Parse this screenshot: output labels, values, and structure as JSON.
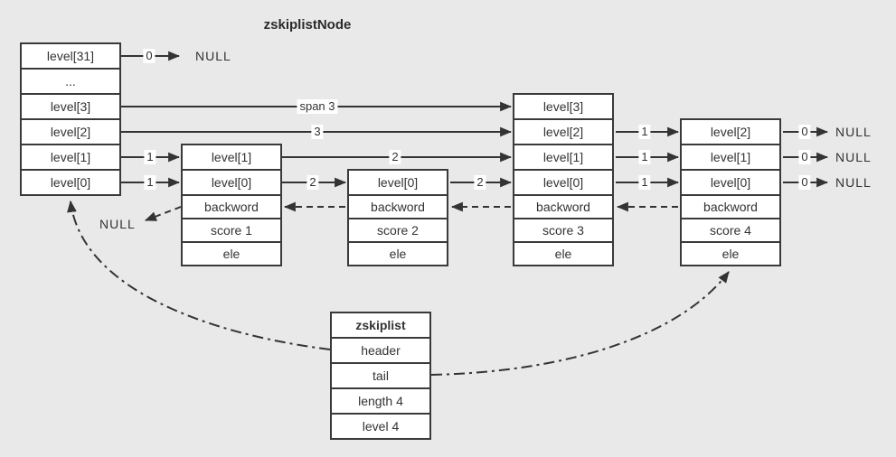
{
  "title": "zskiplistNode",
  "header_node": {
    "rows": [
      "level[31]",
      "...",
      "level[3]",
      "level[2]",
      "level[1]",
      "level[0]"
    ]
  },
  "node1": {
    "rows": [
      "level[1]",
      "level[0]",
      "backword",
      "score 1",
      "ele"
    ]
  },
  "node2": {
    "rows": [
      "level[0]",
      "backword",
      "score 2",
      "ele"
    ]
  },
  "node3": {
    "rows": [
      "level[3]",
      "level[2]",
      "level[1]",
      "level[0]",
      "backword",
      "score 3",
      "ele"
    ]
  },
  "node4": {
    "rows": [
      "level[2]",
      "level[1]",
      "level[0]",
      "backword",
      "score 4",
      "ele"
    ]
  },
  "zskiplist": {
    "title": "zskiplist",
    "rows": [
      "header",
      "tail",
      "length 4",
      "level 4"
    ]
  },
  "arrow_labels": {
    "header_l31": "0",
    "header_l3": "span 3",
    "header_l2": "3",
    "header_l1": "1",
    "header_l0": "1",
    "node1_l1": "2",
    "node1_l0": "2",
    "node2_l0": "2",
    "node3_l2": "1",
    "node3_l1": "1",
    "node3_l0": "1",
    "node4_l2": "0",
    "node4_l1": "0",
    "node4_l0": "0"
  },
  "null_labels": {
    "top": "NULL",
    "backward": "NULL",
    "right_l2": "NULL",
    "right_l1": "NULL",
    "right_l0": "NULL"
  },
  "colors": {
    "background": "#e9e9e9",
    "cell_background": "#ffffff",
    "border": "#3a3a3a",
    "line": "#333333",
    "text": "#333333"
  }
}
